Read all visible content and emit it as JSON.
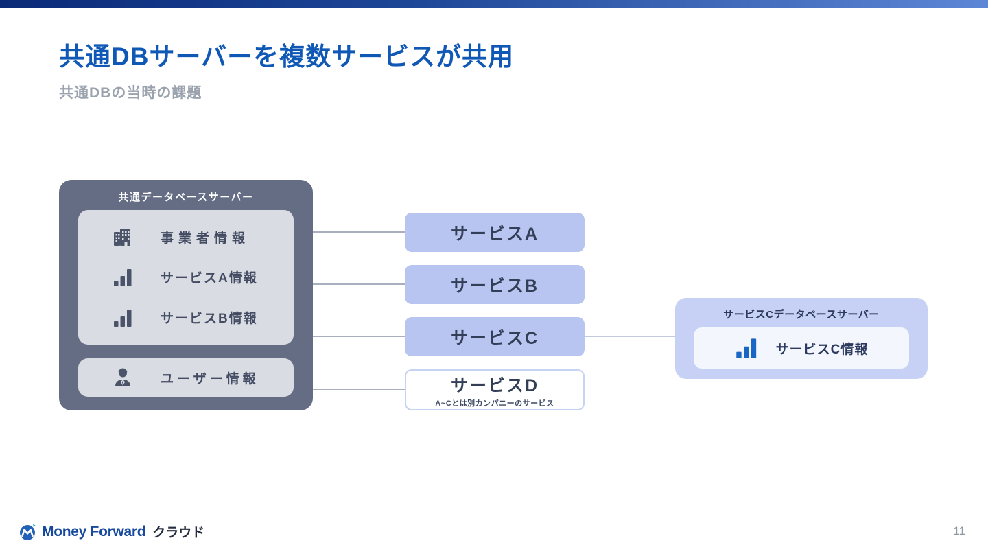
{
  "slide": {
    "title": "共通DBサーバーを複数サービスが共用",
    "subtitle": "共通DBの当時の課題",
    "page_number": "11"
  },
  "diagram": {
    "db_server": {
      "title": "共通データベースサーバー",
      "data_items": [
        {
          "icon": "building-icon",
          "label": "事業者情報"
        },
        {
          "icon": "bar-chart-icon",
          "label": "サービスA情報"
        },
        {
          "icon": "bar-chart-icon",
          "label": "サービスB情報"
        }
      ],
      "user_item": {
        "icon": "user-icon",
        "label": "ユーザー情報"
      }
    },
    "services": [
      {
        "label": "サービスA"
      },
      {
        "label": "サービスB"
      },
      {
        "label": "サービスC"
      },
      {
        "label": "サービスD",
        "caption": "A~Cとは別カンパニーのサービス"
      }
    ],
    "service_c_db": {
      "title": "サービスCデータベースサーバー",
      "item": {
        "icon": "bar-chart-icon",
        "label": "サービスC情報"
      }
    }
  },
  "footer": {
    "logo_text": "Money Forward",
    "logo_suffix": "クラウド"
  },
  "colors": {
    "accent_bar_start": "#0a2a78",
    "accent_bar_end": "#5d87d6",
    "title_blue": "#0f58b6",
    "subtitle_gray": "#9aa2ae",
    "server_box_slate": "#646d84",
    "server_panel_gray": "#d9dce3",
    "service_box_fill": "#b9c5f1",
    "service_text_navy": "#333e57",
    "service_c_db_fill": "#c7d1f5",
    "inner_item_fill": "#f3f6fc",
    "chart_icon_blue": "#1a66c4",
    "connector_gray": "#a9afbc"
  }
}
